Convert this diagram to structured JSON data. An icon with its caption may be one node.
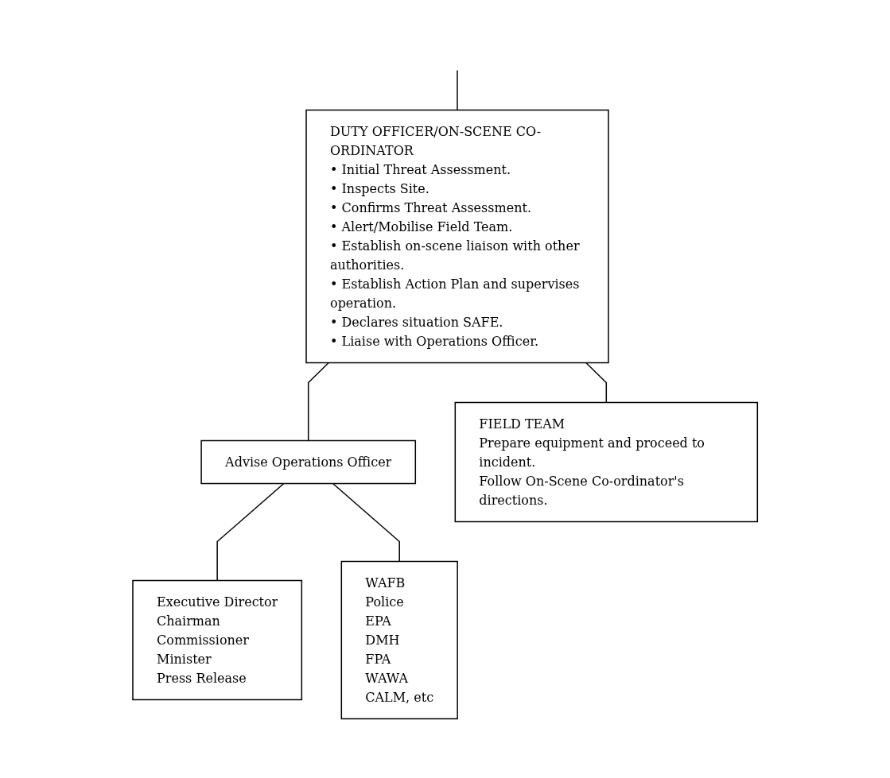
{
  "diagram": {
    "nodes": [
      {
        "text": [
          "DUTY OFFICER/ON-SCENE CO-ORDINATOR",
          "• Initial Threat Assessment.",
          "• Inspects Site.",
          "• Confirms Threat Assessment.",
          "• Alert/Mobilise Field Team.",
          "• Establish on-scene liaison with other authorities.",
          "• Establish Action Plan and supervises operation.",
          "• Declares situation SAFE.",
          "• Liaise with Operations Officer."
        ]
      },
      {
        "text": [
          "Advise Operations Officer"
        ]
      },
      {
        "text": [
          "Executive Director",
          "Chairman",
          "Commissioner",
          "Minister",
          "Press Release"
        ]
      },
      {
        "text": [
          "WAFB",
          "Police",
          "EPA",
          "DMH",
          "FPA",
          "WAWA",
          "CALM, etc"
        ]
      },
      {
        "text": [
          "FIELD TEAM",
          "Prepare equipment and proceed to incident.",
          "Follow On-Scene Co-ordinator's directions."
        ]
      }
    ],
    "edges": [
      {
        "from": null,
        "to": 0,
        "arrow": "none"
      },
      {
        "from": 0,
        "to": 1,
        "arrow": "none"
      },
      {
        "from": 1,
        "to": 2,
        "arrow": "none"
      },
      {
        "from": 1,
        "to": 3,
        "arrow": "none"
      },
      {
        "from": 0,
        "to": 4,
        "arrow": "none"
      }
    ]
  }
}
